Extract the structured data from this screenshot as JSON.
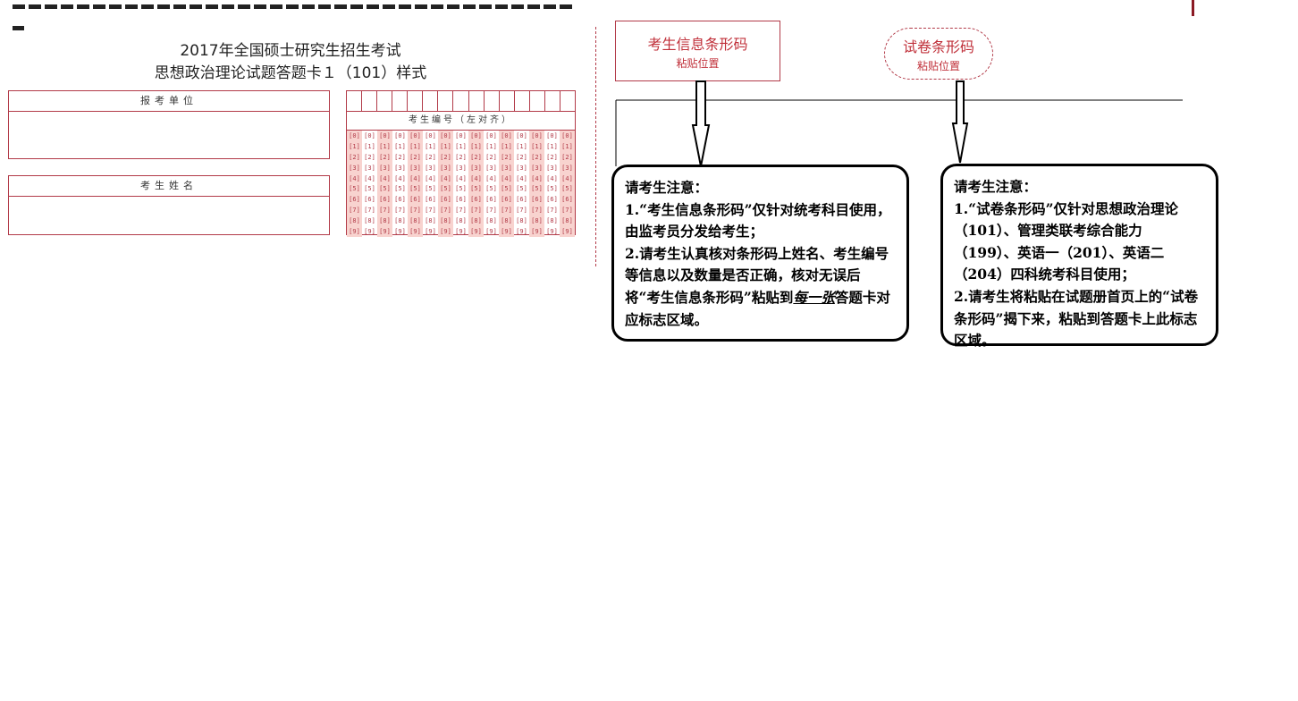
{
  "header": {
    "title_line1": "2017年全国硕士研究生招生考试",
    "title_line2": "思想政治理论试题答题卡１（101）样式"
  },
  "fields": {
    "unit_label": "报考单位",
    "name_label": "考生姓名",
    "id_label": "考生编号（左对齐）",
    "id_columns": 15,
    "digits": [
      "[0]",
      "[1]",
      "[2]",
      "[3]",
      "[4]",
      "[5]",
      "[6]",
      "[7]",
      "[8]",
      "[9]"
    ]
  },
  "barcodes": {
    "info_title": "考生信息条形码",
    "info_sub": "粘贴位置",
    "paper_title": "试卷条形码",
    "paper_sub": "粘贴位置"
  },
  "notes": {
    "left": {
      "heading": "请考生注意：",
      "item1": "1.“考生信息条形码”仅针对统考科目使用，由监考员分发给考生；",
      "item2_pre": "2.请考生认真核对条形码上姓名、考生编号等信息以及数量是否正确，核对无误后将“考生信息条形码”粘贴到",
      "item2_em": "每一张",
      "item2_post": "答题卡对应标志区域。"
    },
    "right": {
      "heading": "请考生注意：",
      "item1": "1.“试卷条形码”仅针对思想政治理论（101）、管理类联考综合能力（199）、英语一（201）、英语二（204）四科统考科目使用；",
      "item2": "2.请考生将粘贴在试题册首页上的“试卷条形码”揭下来，粘贴到答题卡上此标志区域。"
    }
  },
  "colors": {
    "accent": "#b23a48",
    "text_red": "#c0303a",
    "pink": "#f8d3cf"
  }
}
